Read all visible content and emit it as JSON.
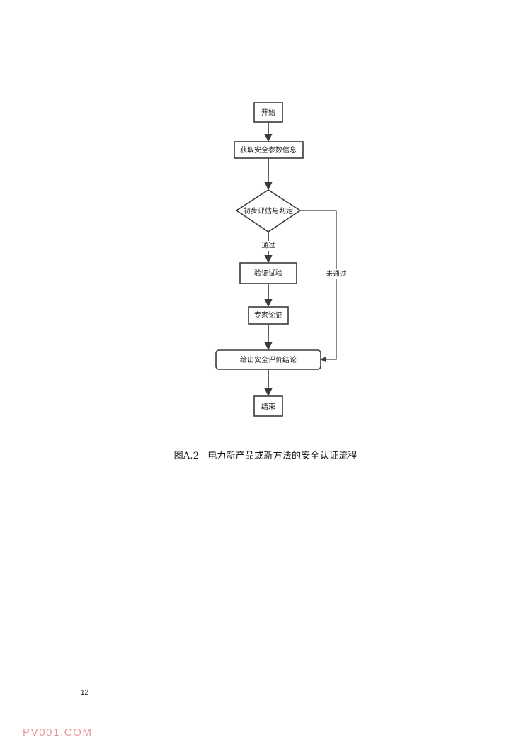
{
  "diagram": {
    "nodes": {
      "start": "开始",
      "get_info": "获取安全参数信息",
      "assess": "初步评估与判定",
      "verify_test": "验证试验",
      "expert_review": "专家论证",
      "conclusion": "给出安全评价结论",
      "end": "结束"
    },
    "edges": {
      "pass": "通过",
      "fail": "未通过"
    }
  },
  "caption": {
    "number": "图A.2",
    "text": "电力新产品或新方法的安全认证流程"
  },
  "page_number": "12",
  "watermark": "PV001.COM",
  "colors": {
    "line": "#3a3a3a",
    "watermark": "#e89a9a"
  }
}
